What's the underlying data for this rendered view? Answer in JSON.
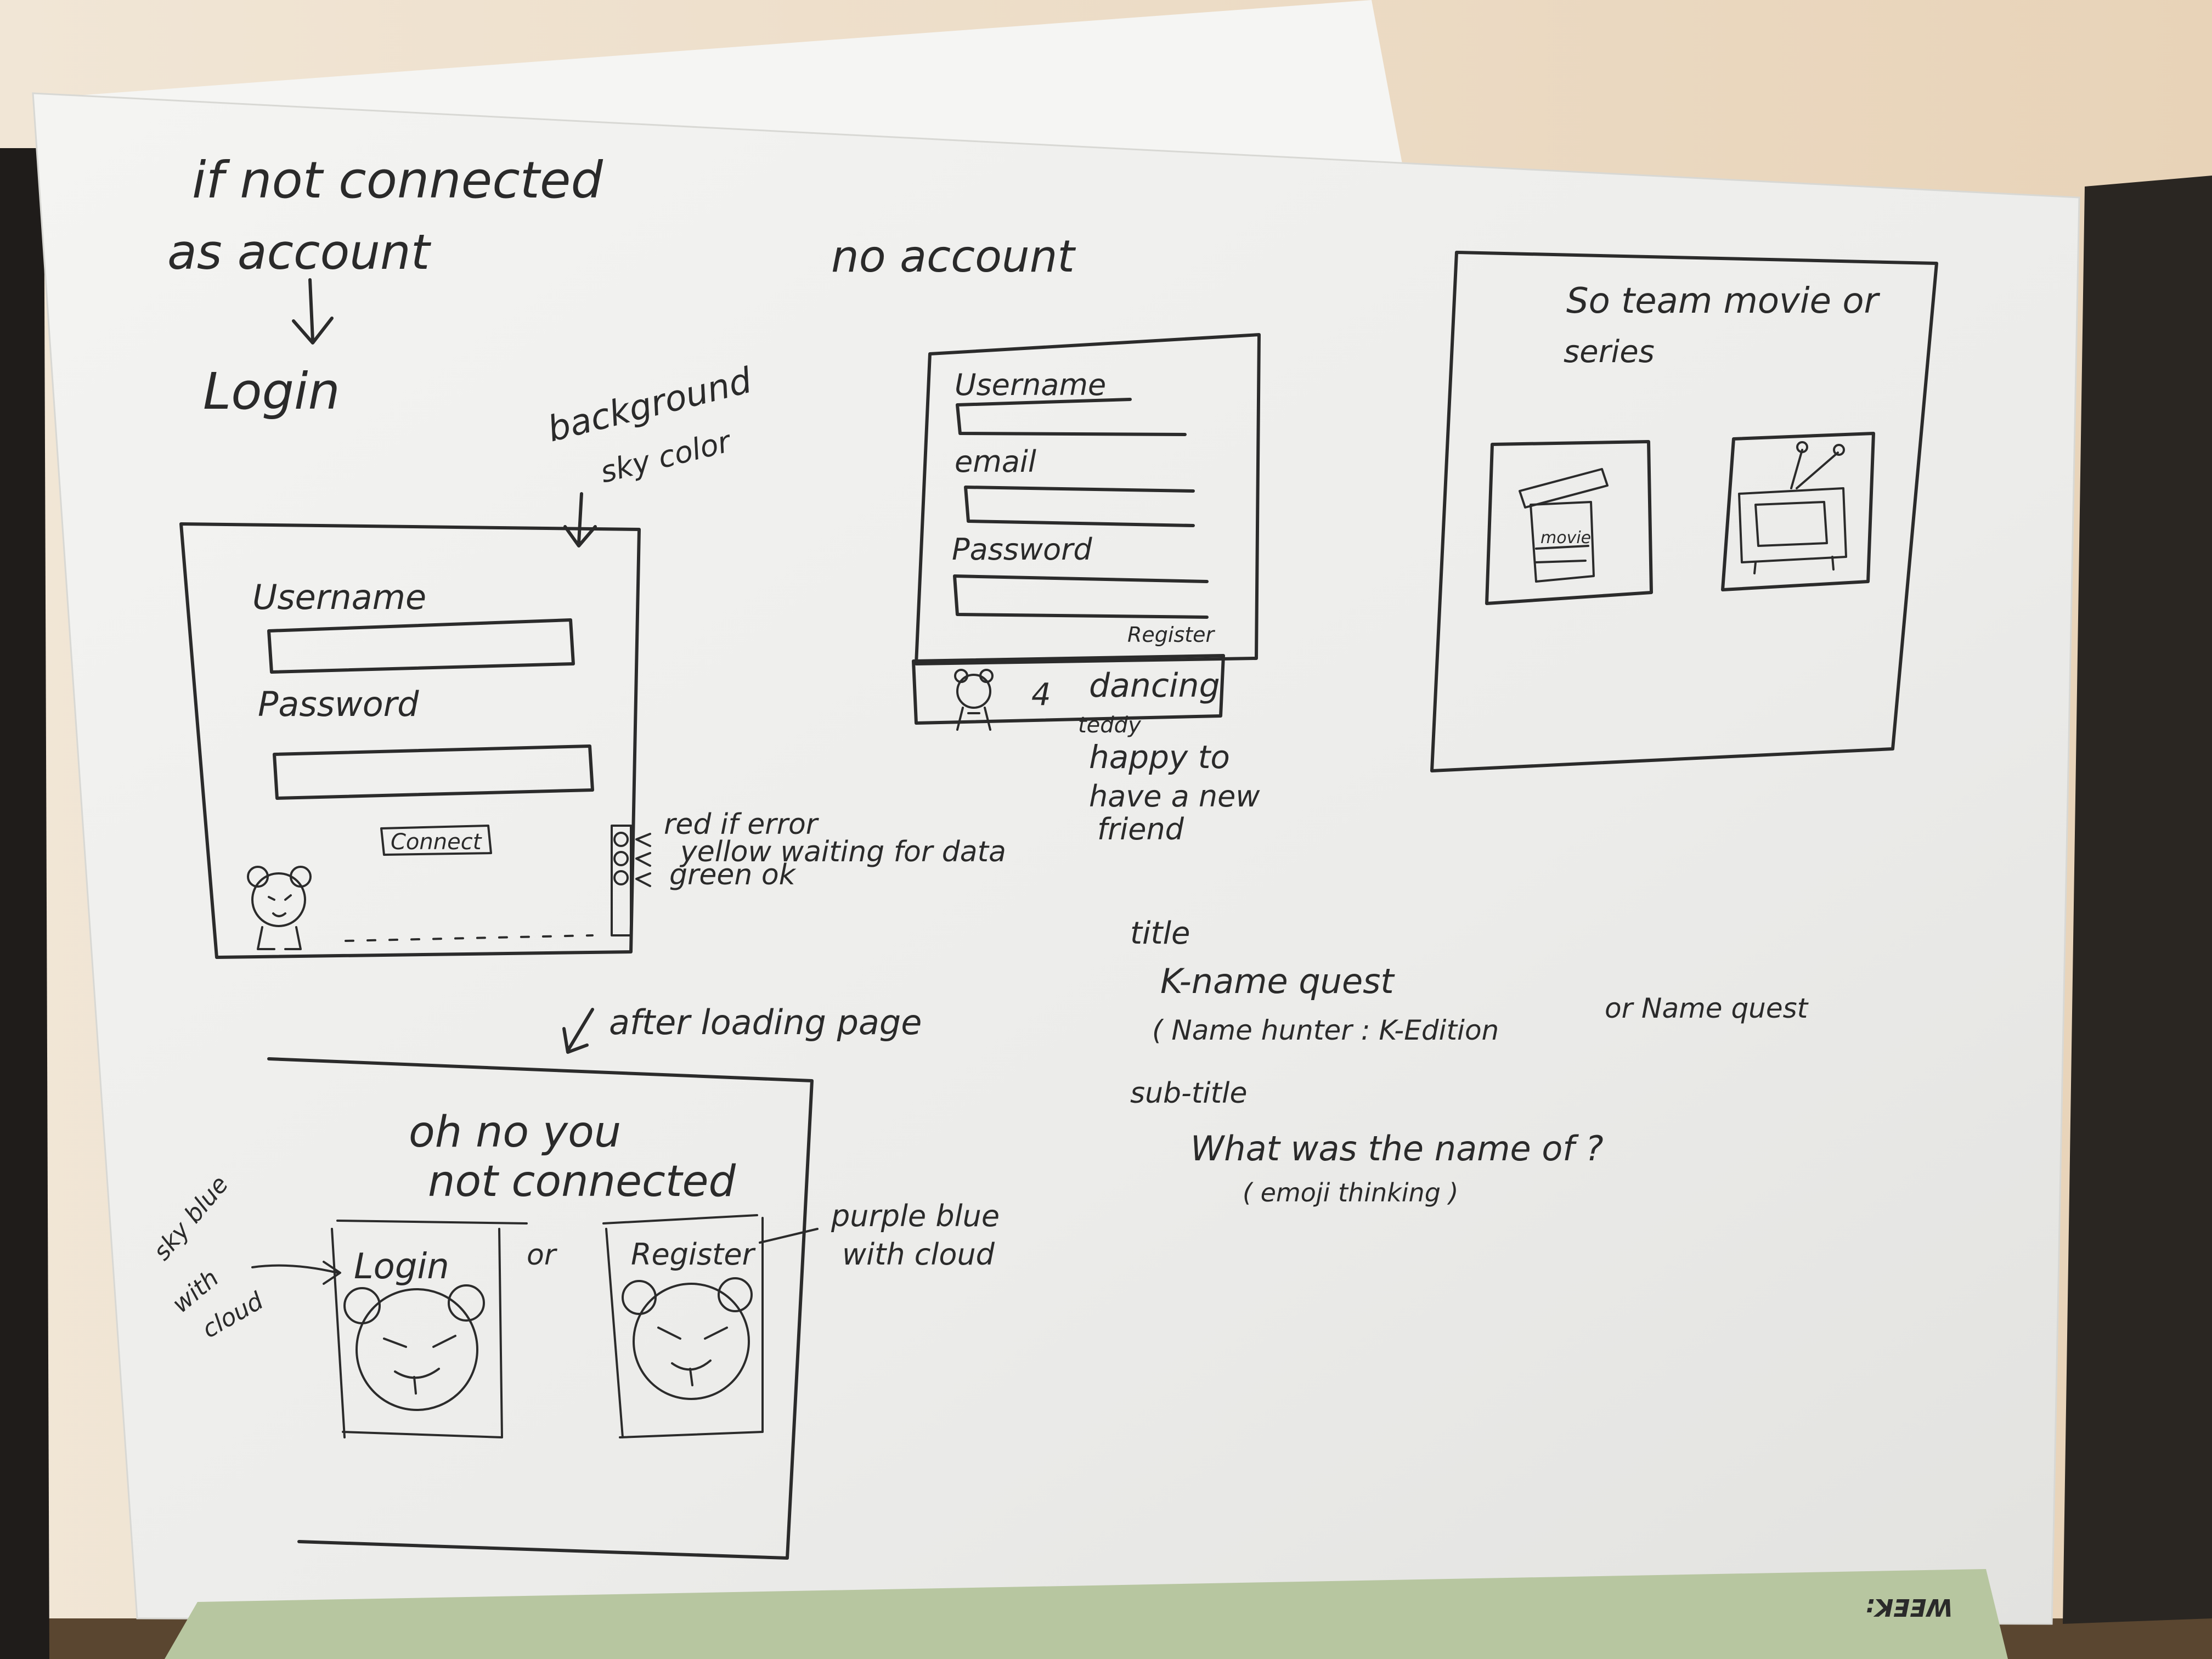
{
  "header": {
    "line1": "if not connected",
    "line2": "as account",
    "line3": "Login",
    "no_account": "no account"
  },
  "login_sketch": {
    "annotation_line1": "background",
    "annotation_line2": "sky color",
    "username_label": "Username",
    "password_label": "Password",
    "connect_label": "Connect",
    "status_notes": [
      "red if error",
      "yellow waiting for data",
      "green ok"
    ]
  },
  "register_sketch": {
    "username_label": "Username",
    "email_label": "email",
    "password_label": "Password",
    "register_label": "Register",
    "dancing_note_line1": "dancing",
    "dancing_note_line2": "teddy",
    "happy_note": [
      "happy to",
      "have a new",
      "friend"
    ]
  },
  "choose_sketch": {
    "title_line1": "So team movie or",
    "title_line2": "series",
    "movie_clapper_text": "movie"
  },
  "loading_note": "after loading page",
  "not_connected_sketch": {
    "title_line1": "oh no you",
    "title_line2": "not connected",
    "login_label": "Login",
    "or_label": "or",
    "register_label": "Register",
    "left_note": [
      "sky blue",
      "with",
      "cloud"
    ],
    "right_note": [
      "purple blue",
      "with cloud"
    ]
  },
  "title_notes": {
    "title_label": "title",
    "title_value": "K-name quest",
    "title_alt": "( Name hunter : K-Edition",
    "title_alt2": "or Name quest",
    "subtitle_label": "sub-title",
    "subtitle_value": "What was the name of ?",
    "subtitle_note": "( emoji thinking )"
  },
  "footer_tab": {
    "label": "WEEK:"
  },
  "colors": {
    "paper": "#f1f1ef",
    "ink": "#2b2b2b",
    "wall": "#ecdcc8",
    "tab_green": "#b7c6a0"
  }
}
